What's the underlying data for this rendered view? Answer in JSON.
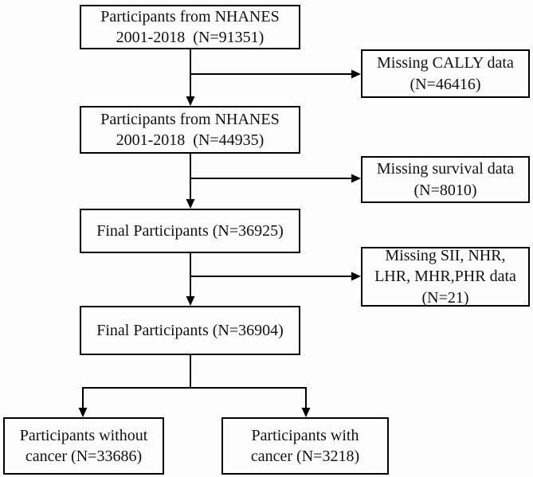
{
  "diagram": {
    "colors": {
      "box_border": "#000000",
      "background": "#fdfdfd",
      "text": "#111111",
      "connector": "#000000"
    },
    "nodes": {
      "nhanes_initial": {
        "lines": [
          "Participants from NHANES",
          "2001-2018  (N=91351)"
        ]
      },
      "missing_cally": {
        "lines": [
          "Missing CALLY data",
          "(N=46416)"
        ]
      },
      "nhanes_after_cally": {
        "lines": [
          "Participants from NHANES",
          "2001-2018  (N=44935)"
        ]
      },
      "missing_survival": {
        "lines": [
          "Missing survival data",
          "(N=8010)"
        ]
      },
      "final_participants_36925": {
        "lines": [
          "Final Participants (N=36925)"
        ]
      },
      "missing_ratios": {
        "lines": [
          "Missing SII, NHR,",
          "LHR, MHR,PHR data",
          "(N=21)"
        ]
      },
      "final_participants_36904": {
        "lines": [
          "Final Participants (N=36904)"
        ]
      },
      "without_cancer": {
        "lines": [
          "Participants without",
          "cancer (N=33686)"
        ]
      },
      "with_cancer": {
        "lines": [
          "Participants with",
          "cancer (N=3218)"
        ]
      }
    }
  }
}
